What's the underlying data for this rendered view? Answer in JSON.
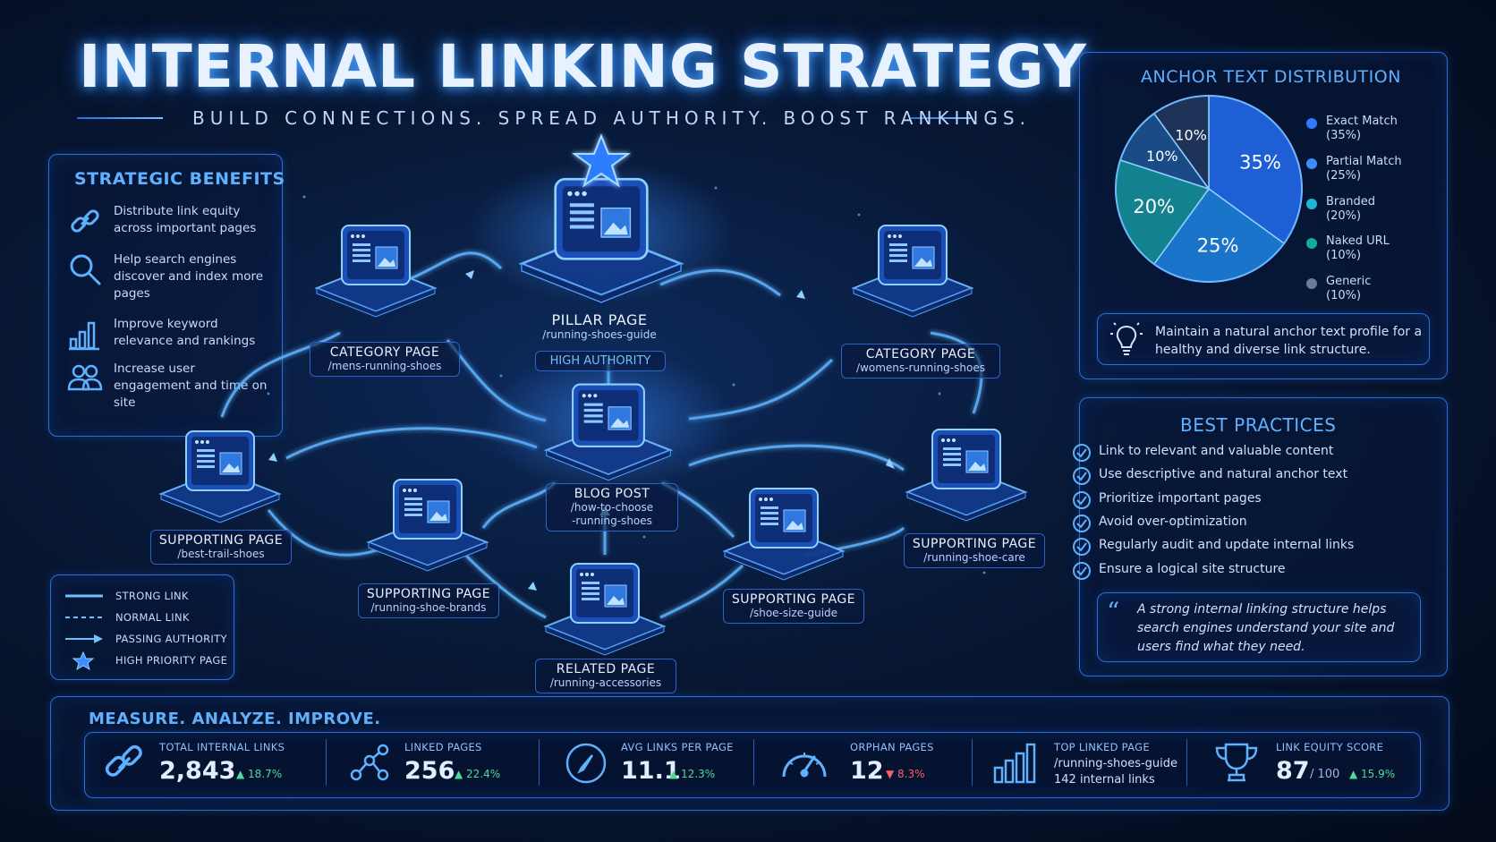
{
  "header": {
    "title": "INTERNAL LINKING STRATEGY",
    "subtitle": "BUILD CONNECTIONS. SPREAD AUTHORITY. BOOST RANKINGS."
  },
  "benefits": {
    "title": "STRATEGIC BENEFITS",
    "items": [
      {
        "icon": "link-icon",
        "text": "Distribute link equity across important pages"
      },
      {
        "icon": "search-icon",
        "text": "Help search engines discover and index more pages"
      },
      {
        "icon": "bar-chart-icon",
        "text": "Improve keyword relevance and rankings"
      },
      {
        "icon": "users-icon",
        "text": "Increase user engagement and time on site"
      }
    ]
  },
  "legend": {
    "items": [
      "STRONG LINK",
      "NORMAL LINK",
      "PASSING AUTHORITY",
      "HIGH PRIORITY PAGE"
    ]
  },
  "nodes": {
    "pillar": {
      "name": "PILLAR PAGE",
      "url": "/running-shoes-guide",
      "badge": "HIGH AUTHORITY"
    },
    "cat_left": {
      "name": "CATEGORY PAGE",
      "url": "/mens-running-shoes"
    },
    "cat_right": {
      "name": "CATEGORY PAGE",
      "url": "/womens-running-shoes"
    },
    "blog": {
      "name": "BLOG POST",
      "url1": "/how-to-choose",
      "url2": "-running-shoes"
    },
    "sup_trail": {
      "name": "SUPPORTING PAGE",
      "url": "/best-trail-shoes"
    },
    "sup_brands": {
      "name": "SUPPORTING PAGE",
      "url": "/running-shoe-brands"
    },
    "sup_size": {
      "name": "SUPPORTING PAGE",
      "url": "/shoe-size-guide"
    },
    "sup_care": {
      "name": "SUPPORTING PAGE",
      "url": "/running-shoe-care"
    },
    "related": {
      "name": "RELATED PAGE",
      "url": "/running-accessories"
    }
  },
  "anchor": {
    "title": "ANCHOR TEXT DISTRIBUTION",
    "tip": "Maintain a natural anchor text profile for a healthy and diverse link structure."
  },
  "chart_data": {
    "type": "pie",
    "title": "ANCHOR TEXT DISTRIBUTION",
    "categories": [
      "Exact Match",
      "Partial Match",
      "Branded",
      "Naked URL",
      "Generic"
    ],
    "values": [
      35,
      25,
      20,
      10,
      10
    ],
    "labels": [
      "35%",
      "25%",
      "20%",
      "10%",
      "10%"
    ],
    "legend_text": [
      "(35%)",
      "(25%)",
      "(20%)",
      "(10%)",
      "(10%)"
    ],
    "colors": [
      "#1f5fd6",
      "#1a74c9",
      "#12828f",
      "#1b4b86",
      "#1d3357"
    ],
    "legend_dot_colors": [
      "#2f7bff",
      "#3a8cff",
      "#1fb6d6",
      "#19a8a0",
      "#6b7a99"
    ],
    "legend": "right"
  },
  "best_practices": {
    "title": "BEST PRACTICES",
    "items": [
      "Link to relevant and valuable content",
      "Use descriptive and natural anchor text",
      "Prioritize important pages",
      "Avoid over-optimization",
      "Regularly audit and update internal links",
      "Ensure a logical site structure"
    ],
    "quote_mark": "“",
    "quote": "A strong internal linking structure helps search engines understand your site and users find what they need."
  },
  "metrics": {
    "title": "MEASURE. ANALYZE. IMPROVE.",
    "items": [
      {
        "label": "TOTAL INTERNAL LINKS",
        "value": "2,843",
        "change": "▲ 18.7%",
        "dir": "up",
        "icon": "link-icon"
      },
      {
        "label": "LINKED PAGES",
        "value": "256",
        "change": "▲ 22.4%",
        "dir": "up",
        "icon": "network-icon"
      },
      {
        "label": "AVG LINKS PER PAGE",
        "value": "11.1",
        "change": "▲ 12.3%",
        "dir": "up",
        "icon": "compass-icon"
      },
      {
        "label": "ORPHAN PAGES",
        "value": "12",
        "change": "▼ 8.3%",
        "dir": "down",
        "icon": "gauge-icon"
      },
      {
        "label": "TOP LINKED PAGE",
        "value": "/running-shoes-guide",
        "sub": "142 internal links",
        "icon": "bar-chart-icon"
      },
      {
        "label": "LINK EQUITY SCORE",
        "value": "87",
        "suffix": "/ 100",
        "change": "▲ 15.9%",
        "dir": "up",
        "icon": "trophy-icon"
      }
    ]
  }
}
